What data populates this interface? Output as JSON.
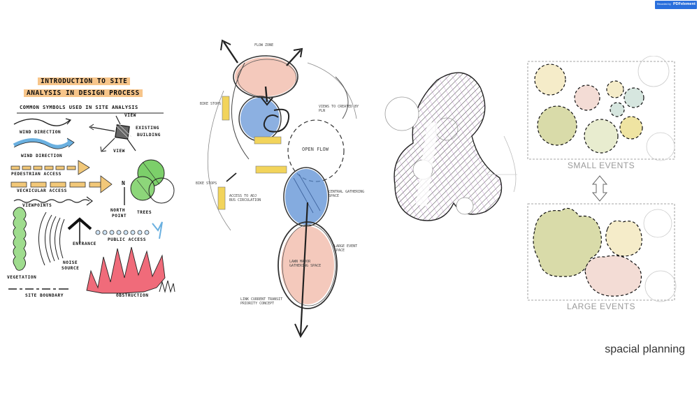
{
  "legend": {
    "title_line1": "INTRODUCTION TO SITE",
    "title_line2": "ANALYSIS IN DESIGN PROCESS",
    "subtitle": "COMMON SYMBOLS USED IN SITE ANALYSIS",
    "labels": {
      "wind1": "WIND DIRECTION",
      "wind2": "WIND DIRECTION",
      "view_top": "VIEW",
      "view_bottom": "VIEW",
      "existing": "EXISTING",
      "building": "BUILDING",
      "pedestrian": "PEDESTRIAN ACCESS",
      "vehicular": "VECHICULAR ACCESS",
      "viewpoints": "VIEWPOINTS",
      "north": "N",
      "north_point1": "NORTH",
      "north_point2": "POINT",
      "trees": "TREES",
      "entrance": "ENTRANCE",
      "public": "PUBLIC ACCESS",
      "noise1": "NOISE",
      "noise2": "SOURCE",
      "vegetation": "VEGETATION",
      "boundary": "SITE BOUNDARY",
      "obstruction": "OBSTRUCTION"
    }
  },
  "bubble": {
    "notes": {
      "flow_zone": "FLOW ZONE",
      "open_flow": "OPEN FLOW",
      "views": "VIEWS TO CREATED BY PLN",
      "bike": "BIKE STOPS",
      "bike2": "BIKE STOPS",
      "circulation": "ACCESS TO ADJ BUS CIRCULATION",
      "central": "CENTRAL GATHERING SPACE",
      "large": "LARGE EVENT SPACE",
      "lawn": "LAWN MAJOR GATHERING SPACE",
      "bottom": "LINK CURRENT TRANSIT PRIORITY CONCEPT"
    }
  },
  "events": {
    "small": "SMALL EVENTS",
    "large": "LARGE EVENTS"
  },
  "caption": "spacial planning",
  "badge": {
    "left_text": "Recorded by",
    "right_text": "PDFelement"
  },
  "colors": {
    "orange_highlight": "#f7c58a",
    "tree_green": "#7ccf6a",
    "bubble_pink": "#f0b7a6",
    "bubble_blue": "#5b8fd4",
    "bubble_yellow": "#f2d45b",
    "olive": "#d9dba9",
    "cream": "#f5ecc9",
    "mint": "#d6e6df",
    "peach": "#f3dcd5",
    "badge_blue": "#2a6fdc"
  }
}
